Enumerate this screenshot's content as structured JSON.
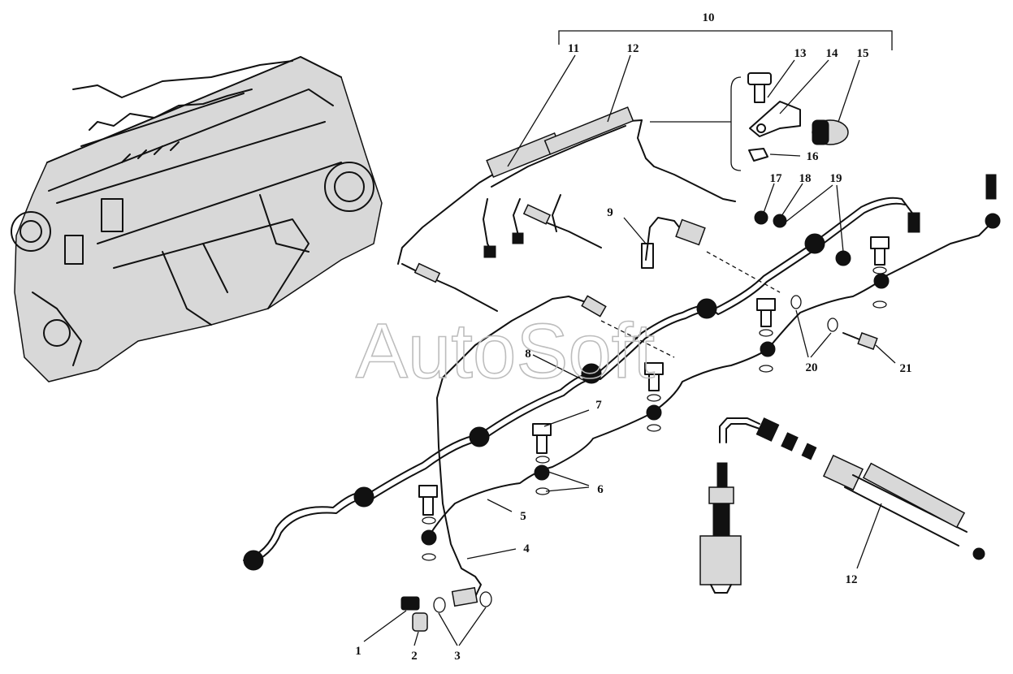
{
  "watermark": "AutoSoft",
  "callouts": {
    "c1": "1",
    "c2": "2",
    "c3": "3",
    "c4": "4",
    "c5": "5",
    "c6": "6",
    "c7": "7",
    "c8": "8",
    "c9": "9",
    "c10": "10",
    "c11": "11",
    "c12a": "12",
    "c12b": "12",
    "c13": "13",
    "c14": "14",
    "c15": "15",
    "c16": "16",
    "c17": "17",
    "c18": "18",
    "c19": "19",
    "c20": "20",
    "c21": "21"
  }
}
